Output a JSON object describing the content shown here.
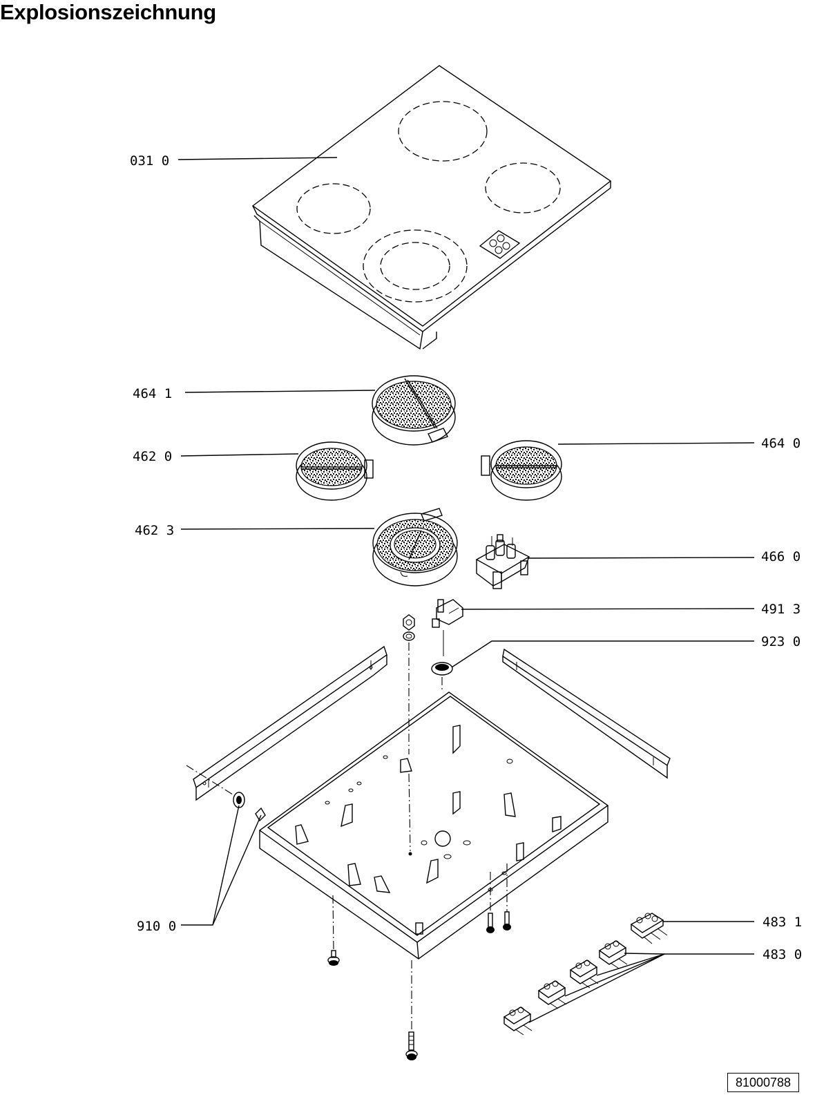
{
  "title": "Explosionszeichnung",
  "document_number": "81000788",
  "parts": [
    {
      "ref": "031 0"
    },
    {
      "ref": "464 1"
    },
    {
      "ref": "462 0"
    },
    {
      "ref": "464 0"
    },
    {
      "ref": "462 3"
    },
    {
      "ref": "466 0"
    },
    {
      "ref": "491 3"
    },
    {
      "ref": "923 0"
    },
    {
      "ref": "910 0"
    },
    {
      "ref": "483 1"
    },
    {
      "ref": "483 0"
    }
  ]
}
